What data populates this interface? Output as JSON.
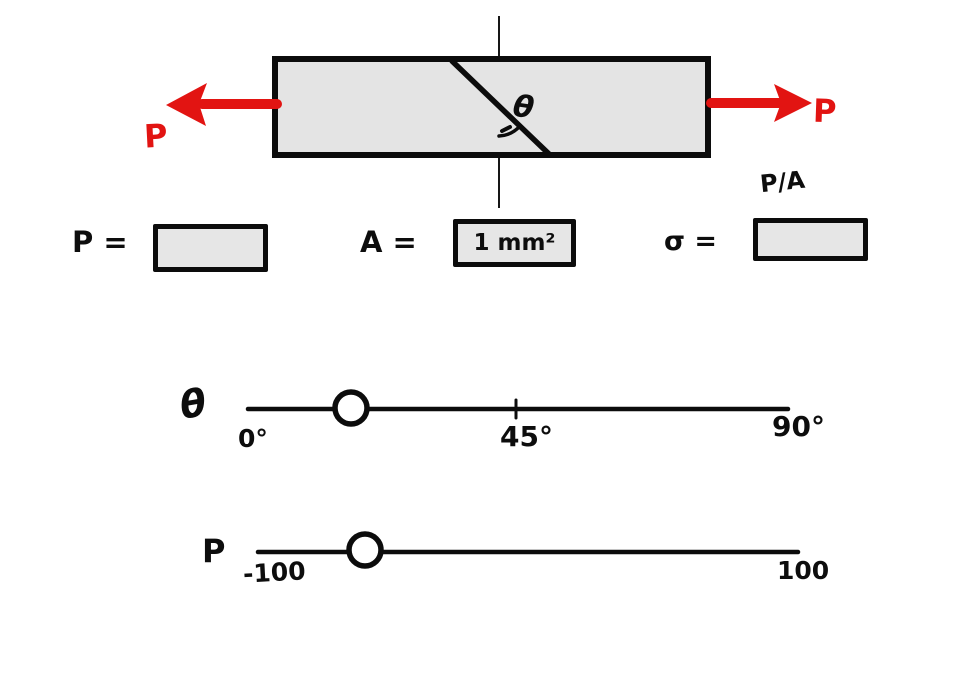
{
  "bar_diagram": {
    "left_arrow_label": "P",
    "right_arrow_label": "P",
    "cut_angle_label": "θ"
  },
  "fields": {
    "p": {
      "label": "P =",
      "value": ""
    },
    "a": {
      "label": "A =",
      "value": "1 mm²"
    },
    "sigma": {
      "label": "σ =",
      "value": "",
      "hint": "P/A"
    }
  },
  "theta_slider": {
    "axis_label": "θ",
    "ticks": {
      "min": "0°",
      "mid": "45°",
      "max": "90°"
    }
  },
  "p_slider": {
    "axis_label": "P",
    "ticks": {
      "min": "-100",
      "max": "100"
    }
  },
  "colors": {
    "arrow_red": "#e21412",
    "panel_gray": "#e4e4e4",
    "ink_black": "#0c0c0c"
  }
}
